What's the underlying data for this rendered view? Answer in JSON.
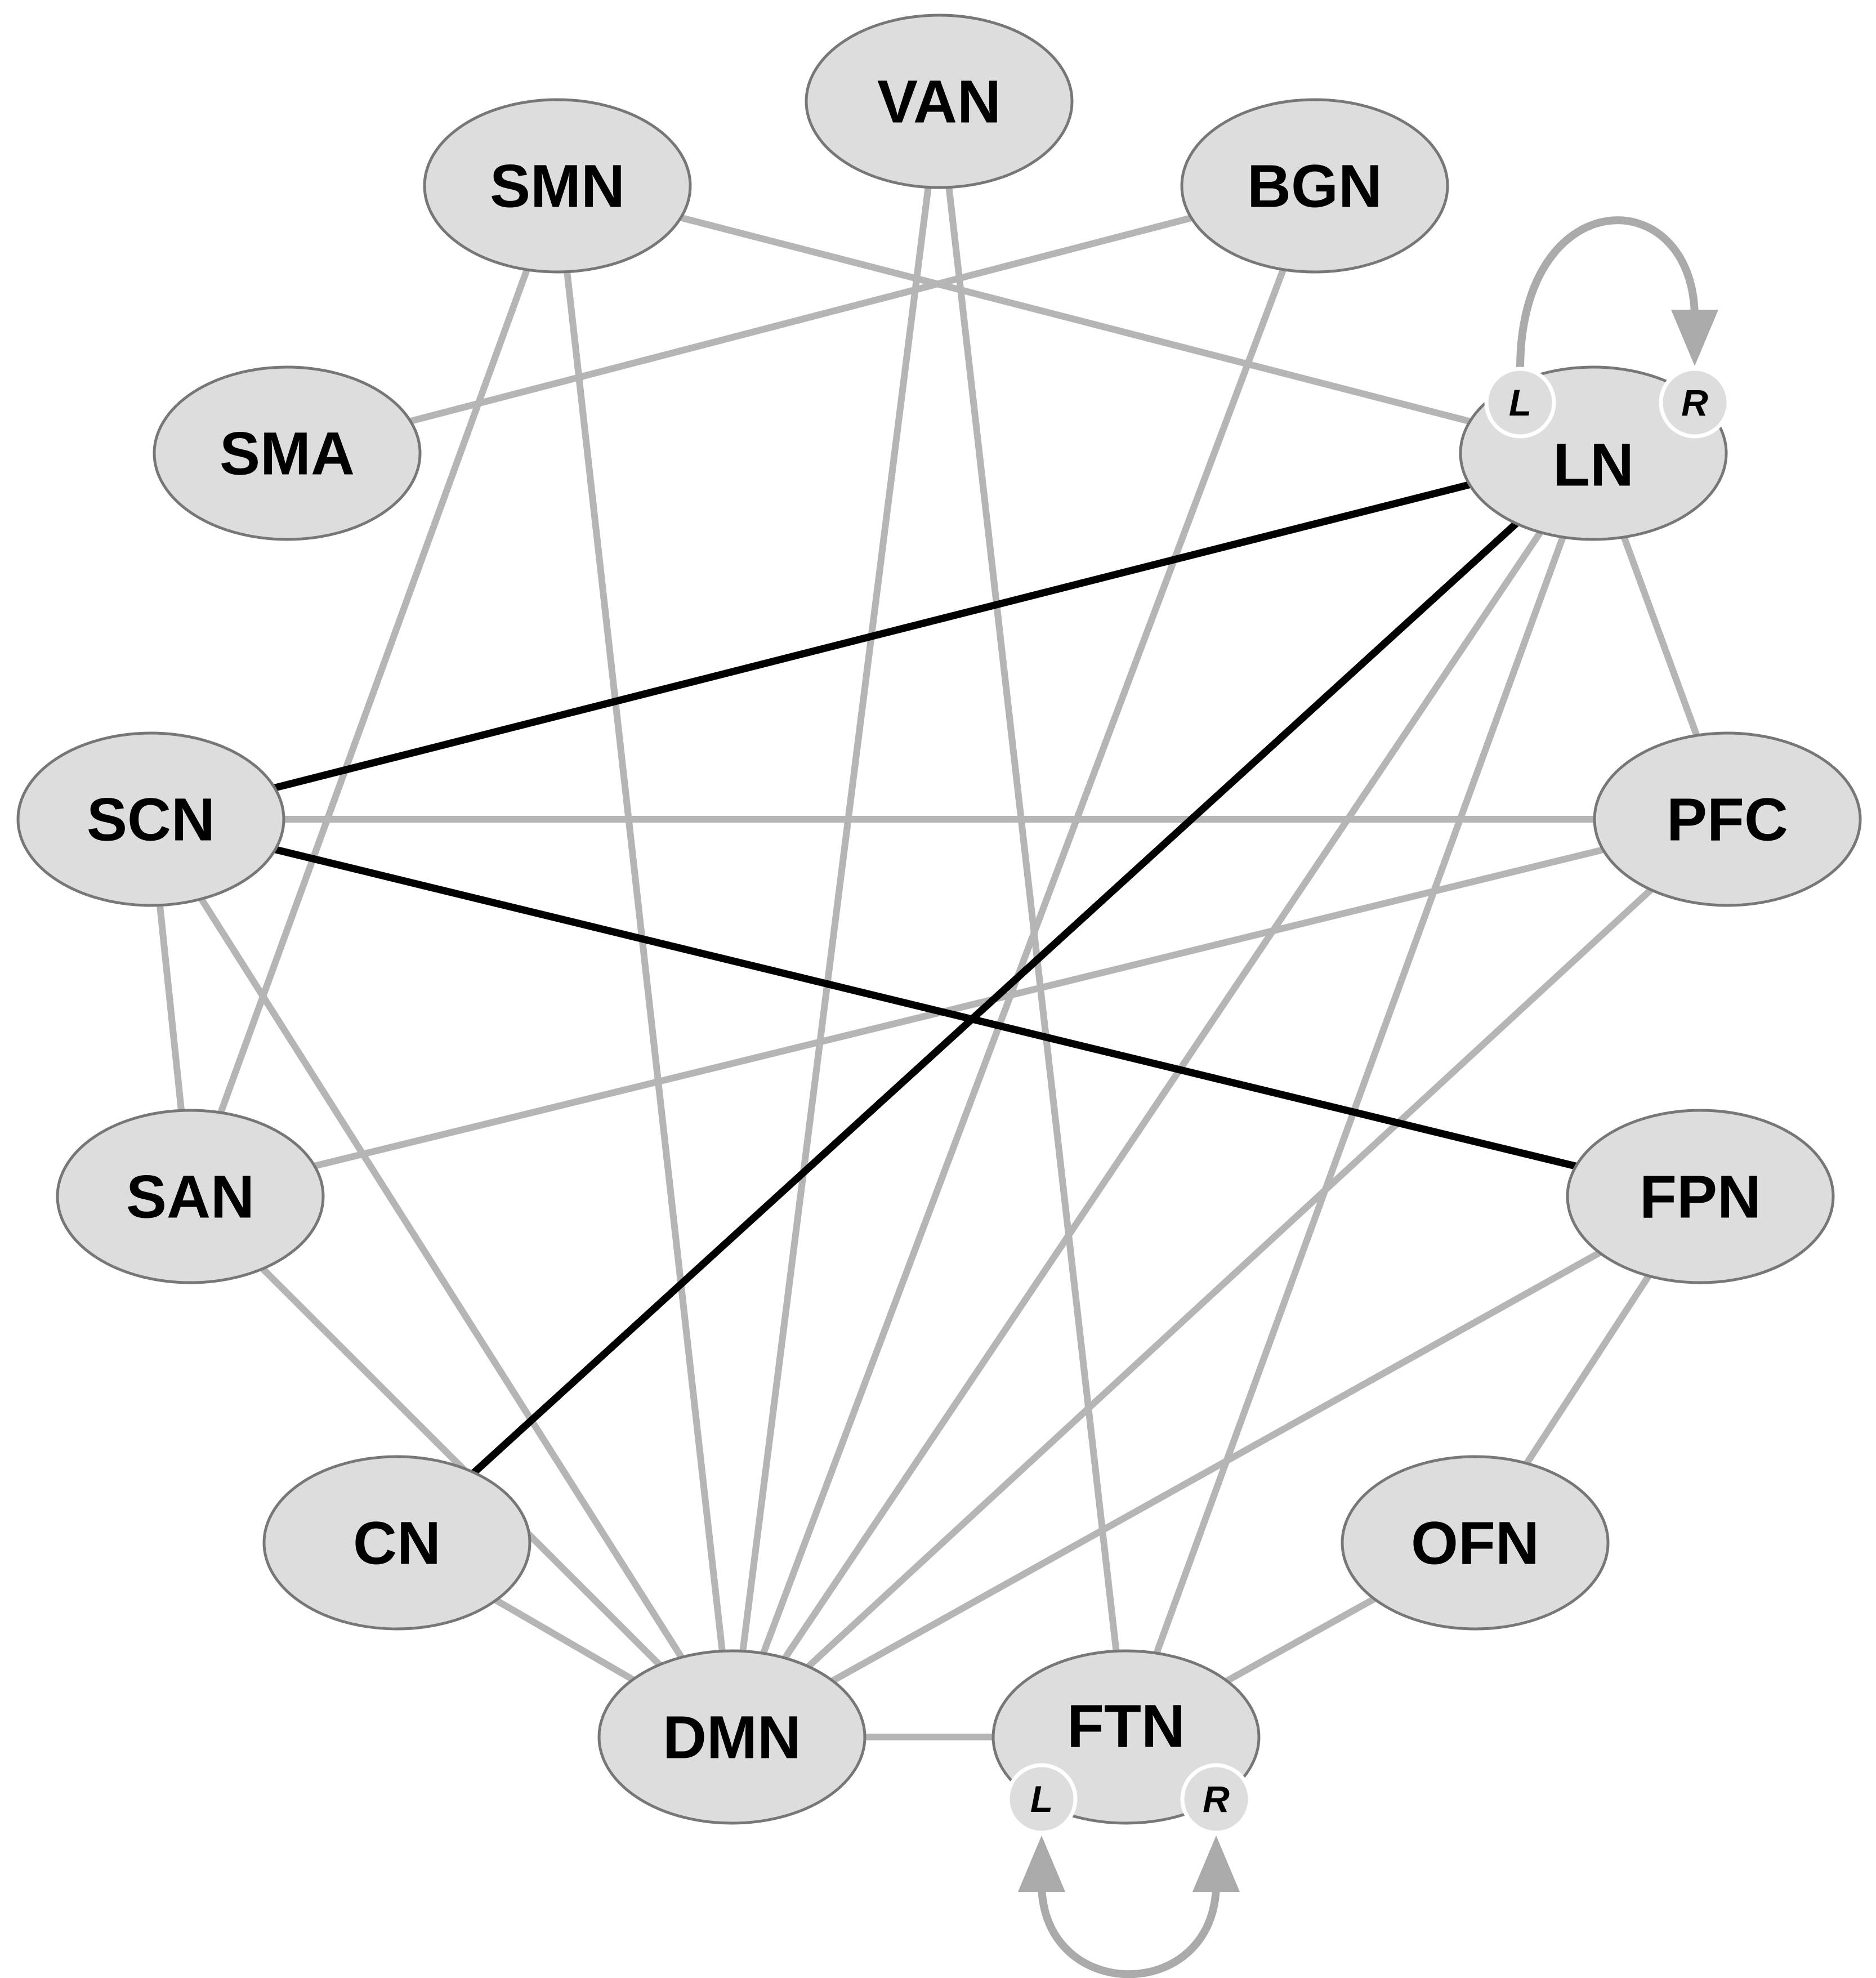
{
  "colors": {
    "weak_edge": "#b5b5b5",
    "strong_edge": "#000000",
    "node_fill": "#dddddd",
    "node_stroke": "#777777",
    "loop": "#aaaaaa"
  },
  "nodes": [
    {
      "id": "VAN",
      "label": "VAN"
    },
    {
      "id": "SMN",
      "label": "SMN"
    },
    {
      "id": "BGN",
      "label": "BGN"
    },
    {
      "id": "SMA",
      "label": "SMA"
    },
    {
      "id": "LN",
      "label": "LN"
    },
    {
      "id": "SCN",
      "label": "SCN"
    },
    {
      "id": "PFC",
      "label": "PFC"
    },
    {
      "id": "SAN",
      "label": "SAN"
    },
    {
      "id": "FPN",
      "label": "FPN"
    },
    {
      "id": "CN",
      "label": "CN"
    },
    {
      "id": "OFN",
      "label": "OFN"
    },
    {
      "id": "DMN",
      "label": "DMN"
    },
    {
      "id": "FTN",
      "label": "FTN"
    }
  ],
  "edges": [
    {
      "source": "SMN",
      "target": "LN",
      "strength": "weak"
    },
    {
      "source": "SMN",
      "target": "SAN",
      "strength": "weak"
    },
    {
      "source": "SMN",
      "target": "DMN",
      "strength": "weak"
    },
    {
      "source": "VAN",
      "target": "DMN",
      "strength": "weak"
    },
    {
      "source": "VAN",
      "target": "FTN",
      "strength": "weak"
    },
    {
      "source": "BGN",
      "target": "SMA",
      "strength": "weak"
    },
    {
      "source": "BGN",
      "target": "DMN",
      "strength": "weak"
    },
    {
      "source": "LN",
      "target": "SCN",
      "strength": "strong"
    },
    {
      "source": "LN",
      "target": "CN",
      "strength": "strong"
    },
    {
      "source": "LN",
      "target": "PFC",
      "strength": "weak"
    },
    {
      "source": "LN",
      "target": "DMN",
      "strength": "weak"
    },
    {
      "source": "LN",
      "target": "FTN",
      "strength": "weak"
    },
    {
      "source": "SCN",
      "target": "PFC",
      "strength": "weak"
    },
    {
      "source": "SCN",
      "target": "FPN",
      "strength": "strong"
    },
    {
      "source": "SCN",
      "target": "SAN",
      "strength": "weak"
    },
    {
      "source": "SCN",
      "target": "DMN",
      "strength": "weak"
    },
    {
      "source": "PFC",
      "target": "SAN",
      "strength": "weak"
    },
    {
      "source": "PFC",
      "target": "DMN",
      "strength": "weak"
    },
    {
      "source": "FPN",
      "target": "DMN",
      "strength": "weak"
    },
    {
      "source": "FPN",
      "target": "OFN",
      "strength": "weak"
    },
    {
      "source": "SAN",
      "target": "DMN",
      "strength": "weak"
    },
    {
      "source": "CN",
      "target": "DMN",
      "strength": "weak"
    },
    {
      "source": "DMN",
      "target": "FTN",
      "strength": "weak"
    },
    {
      "source": "OFN",
      "target": "FTN",
      "strength": "weak"
    }
  ],
  "self_loops": [
    {
      "node": "LN",
      "ports": [
        "L",
        "R"
      ],
      "position": "top"
    },
    {
      "node": "FTN",
      "ports": [
        "L",
        "R"
      ],
      "position": "bottom"
    }
  ]
}
